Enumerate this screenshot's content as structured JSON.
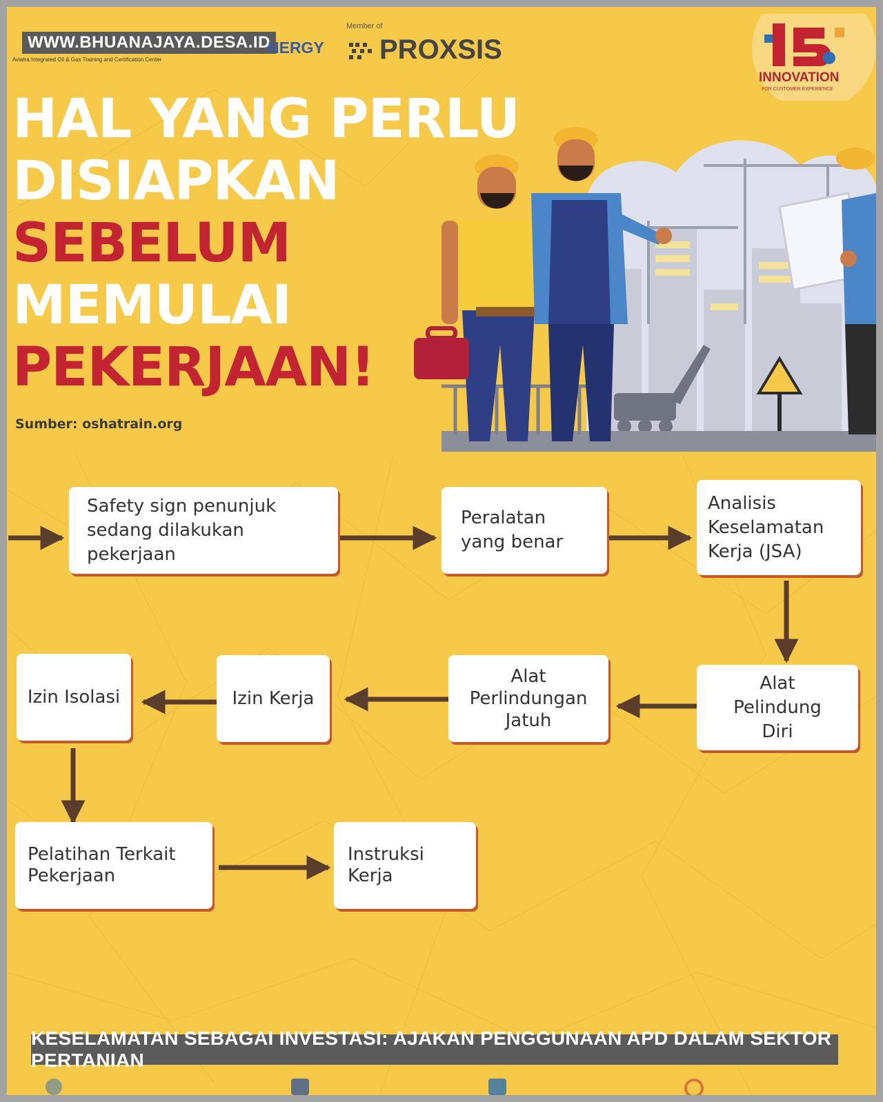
{
  "watermark": "WWW.BHUANAJAYA.DESA.ID",
  "logos": {
    "petro_tagline": "Aviatra Integrated Oil & Gas Training and Certification Center",
    "synergy": "NERGY",
    "member_of": "Member of",
    "proxsis": "PROXSIS",
    "innovation": "INNOVATION",
    "innovation_sub": "FOR CUSTOMER EXPERIENCE"
  },
  "headline": {
    "line1": "HAL YANG PERLU",
    "line2": "DISIAPKAN",
    "line3": "SEBELUM",
    "line4": "MEMULAI",
    "line5": "PEKERJAAN!"
  },
  "source": "Sumber: oshatrain.org",
  "flow": {
    "steps": [
      {
        "id": "safety-sign",
        "lines": [
          "Safety sign penunjuk",
          "sedang dilakukan",
          "pekerjaan"
        ]
      },
      {
        "id": "peralatan",
        "lines": [
          "Peralatan",
          "yang benar"
        ]
      },
      {
        "id": "jsa",
        "lines": [
          "Analisis",
          "Keselamatan",
          "Kerja (JSA)"
        ]
      },
      {
        "id": "apd",
        "lines": [
          "Alat",
          "Pelindung",
          "Diri"
        ]
      },
      {
        "id": "alat-jatuh",
        "lines": [
          "Alat",
          "Perlindungan",
          "Jatuh"
        ]
      },
      {
        "id": "izin-kerja",
        "lines": [
          "Izin Kerja"
        ]
      },
      {
        "id": "izin-isolasi",
        "lines": [
          "Izin Isolasi"
        ]
      },
      {
        "id": "pelatihan",
        "lines": [
          "Pelatihan Terkait",
          "Pekerjaan"
        ]
      },
      {
        "id": "instruksi",
        "lines": [
          "Instruksi",
          "Kerja"
        ]
      }
    ]
  },
  "caption": "KESELAMATAN SEBAGAI INVESTASI: AJAKAN PENGGUNAAN APD DALAM SEKTOR PERTANIAN",
  "colors": {
    "background": "#f7c948",
    "headline_red": "#c32432",
    "arrow": "#5a3e2b",
    "box_shadow": "#c45a2a"
  }
}
